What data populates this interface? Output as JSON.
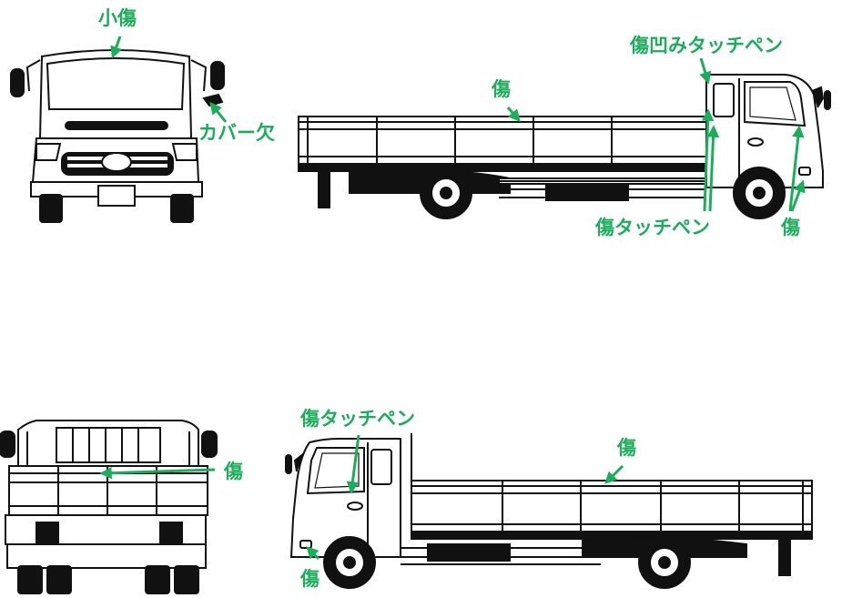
{
  "labels": {
    "front_scratch": "小傷",
    "front_cover": "カバー欠",
    "right_dent": "傷凹みタッチペン",
    "right_body": "傷",
    "right_touch": "傷タッチペン",
    "right_bumper": "傷",
    "rear_scratch": "傷",
    "left_touch": "傷タッチペン",
    "left_body": "傷",
    "left_bumper": "傷"
  },
  "colors": {
    "annotation": "#1aae5a",
    "line": "#111111"
  }
}
